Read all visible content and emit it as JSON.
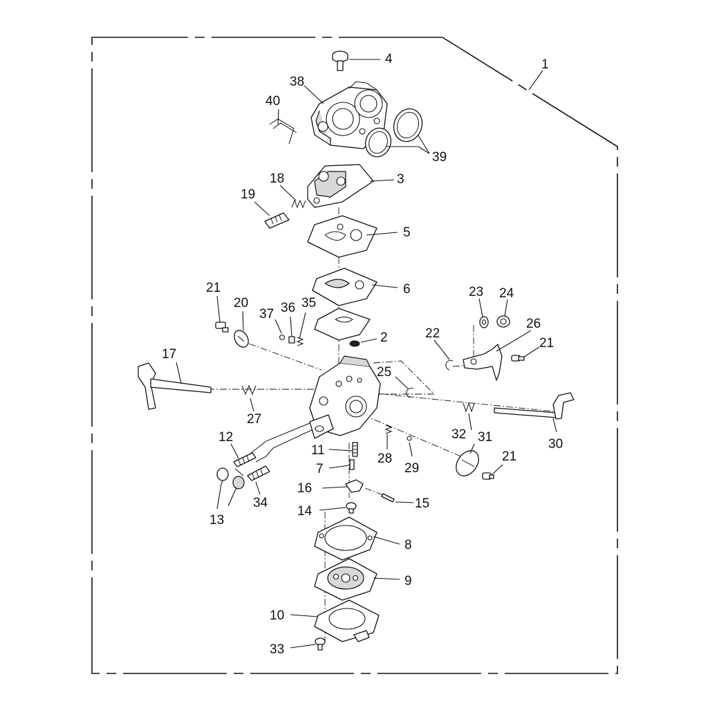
{
  "title": "",
  "labels": {
    "l1": "1",
    "l2": "2",
    "l3": "3",
    "l4": "4",
    "l5": "5",
    "l6": "6",
    "l7": "7",
    "l8": "8",
    "l9": "9",
    "l10": "10",
    "l11": "11",
    "l12": "12",
    "l13": "13",
    "l14": "14",
    "l15": "15",
    "l16": "16",
    "l17": "17",
    "l18": "18",
    "l19": "19",
    "l20": "20",
    "l21a": "21",
    "l21b": "21",
    "l21c": "21",
    "l22": "22",
    "l23": "23",
    "l24": "24",
    "l25": "25",
    "l26": "26",
    "l27": "27",
    "l28": "28",
    "l29": "29",
    "l30": "30",
    "l31": "31",
    "l32": "32",
    "l33": "33",
    "l34": "34",
    "l35": "35",
    "l36": "36",
    "l37": "37",
    "l38": "38",
    "l39": "39",
    "l40": "40"
  }
}
